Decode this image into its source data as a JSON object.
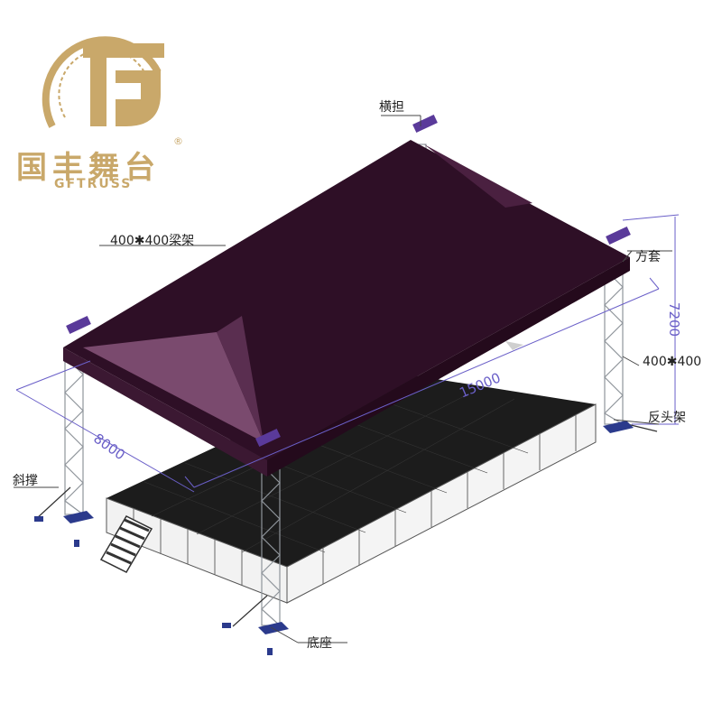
{
  "brand": {
    "name_cn": "国丰舞台",
    "name_en": "GFTRUSS",
    "reg_mark": "®"
  },
  "labels": {
    "crossbar": "横担",
    "truss_roof": "400✱400梁架",
    "sleeve": "方套",
    "truss_column": "400✱400",
    "reverse_support": "反头架",
    "brace": "斜撑",
    "base": "底座"
  },
  "dimensions": {
    "length": "15000",
    "width": "8000",
    "height": "7200"
  },
  "colors": {
    "roof": "#2e0f26",
    "roof_highlight": "#7a4a6e",
    "truss": "#9aa0a6",
    "stage_deck": "#1c1c1c",
    "dimension_line": "#6a5fc8",
    "logo_gold": "#c9a86a",
    "base_blue": "#2b3a8c"
  }
}
